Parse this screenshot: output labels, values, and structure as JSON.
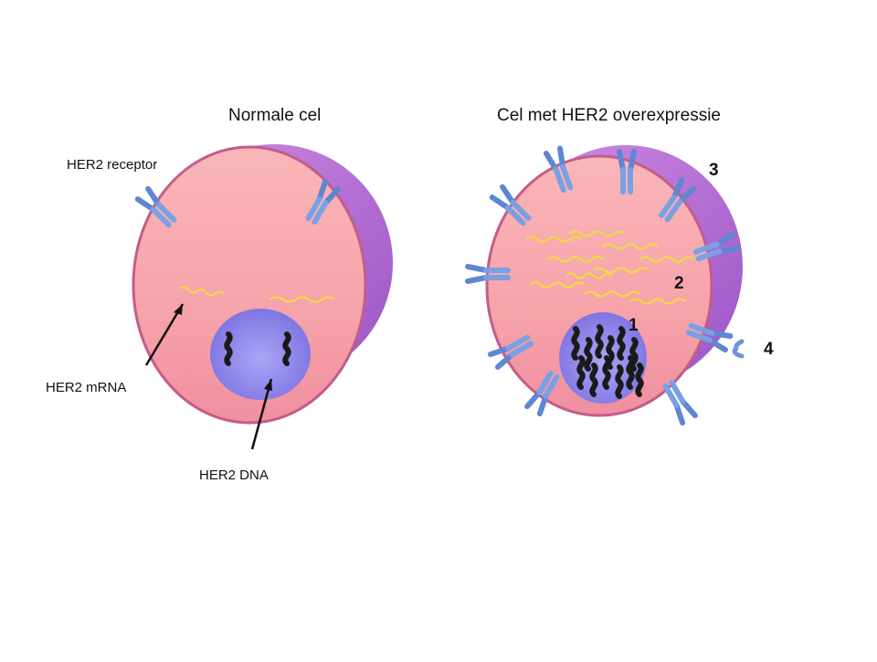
{
  "titles": {
    "normal": "Normale cel",
    "over": "Cel met HER2 overexpressie"
  },
  "labels": {
    "receptor": "HER2 receptor",
    "mrna": "HER2 mRNA",
    "dna": "HER2 DNA"
  },
  "markers": {
    "one": "1",
    "two": "2",
    "three": "3",
    "four": "4"
  },
  "colors": {
    "cell_fill": "#f7a8ad",
    "cell_rim": "#c25a8a",
    "cell_shadow": "#b06ad2",
    "nucleus": "#8f86ec",
    "receptor": "#6f95dc",
    "mrna": "#f2e04a",
    "dna": "#1a1a1a"
  },
  "icons": {
    "receptor": "her2-receptor-icon",
    "mrna": "mrna-strand-icon",
    "dna": "dna-chromosome-icon"
  }
}
